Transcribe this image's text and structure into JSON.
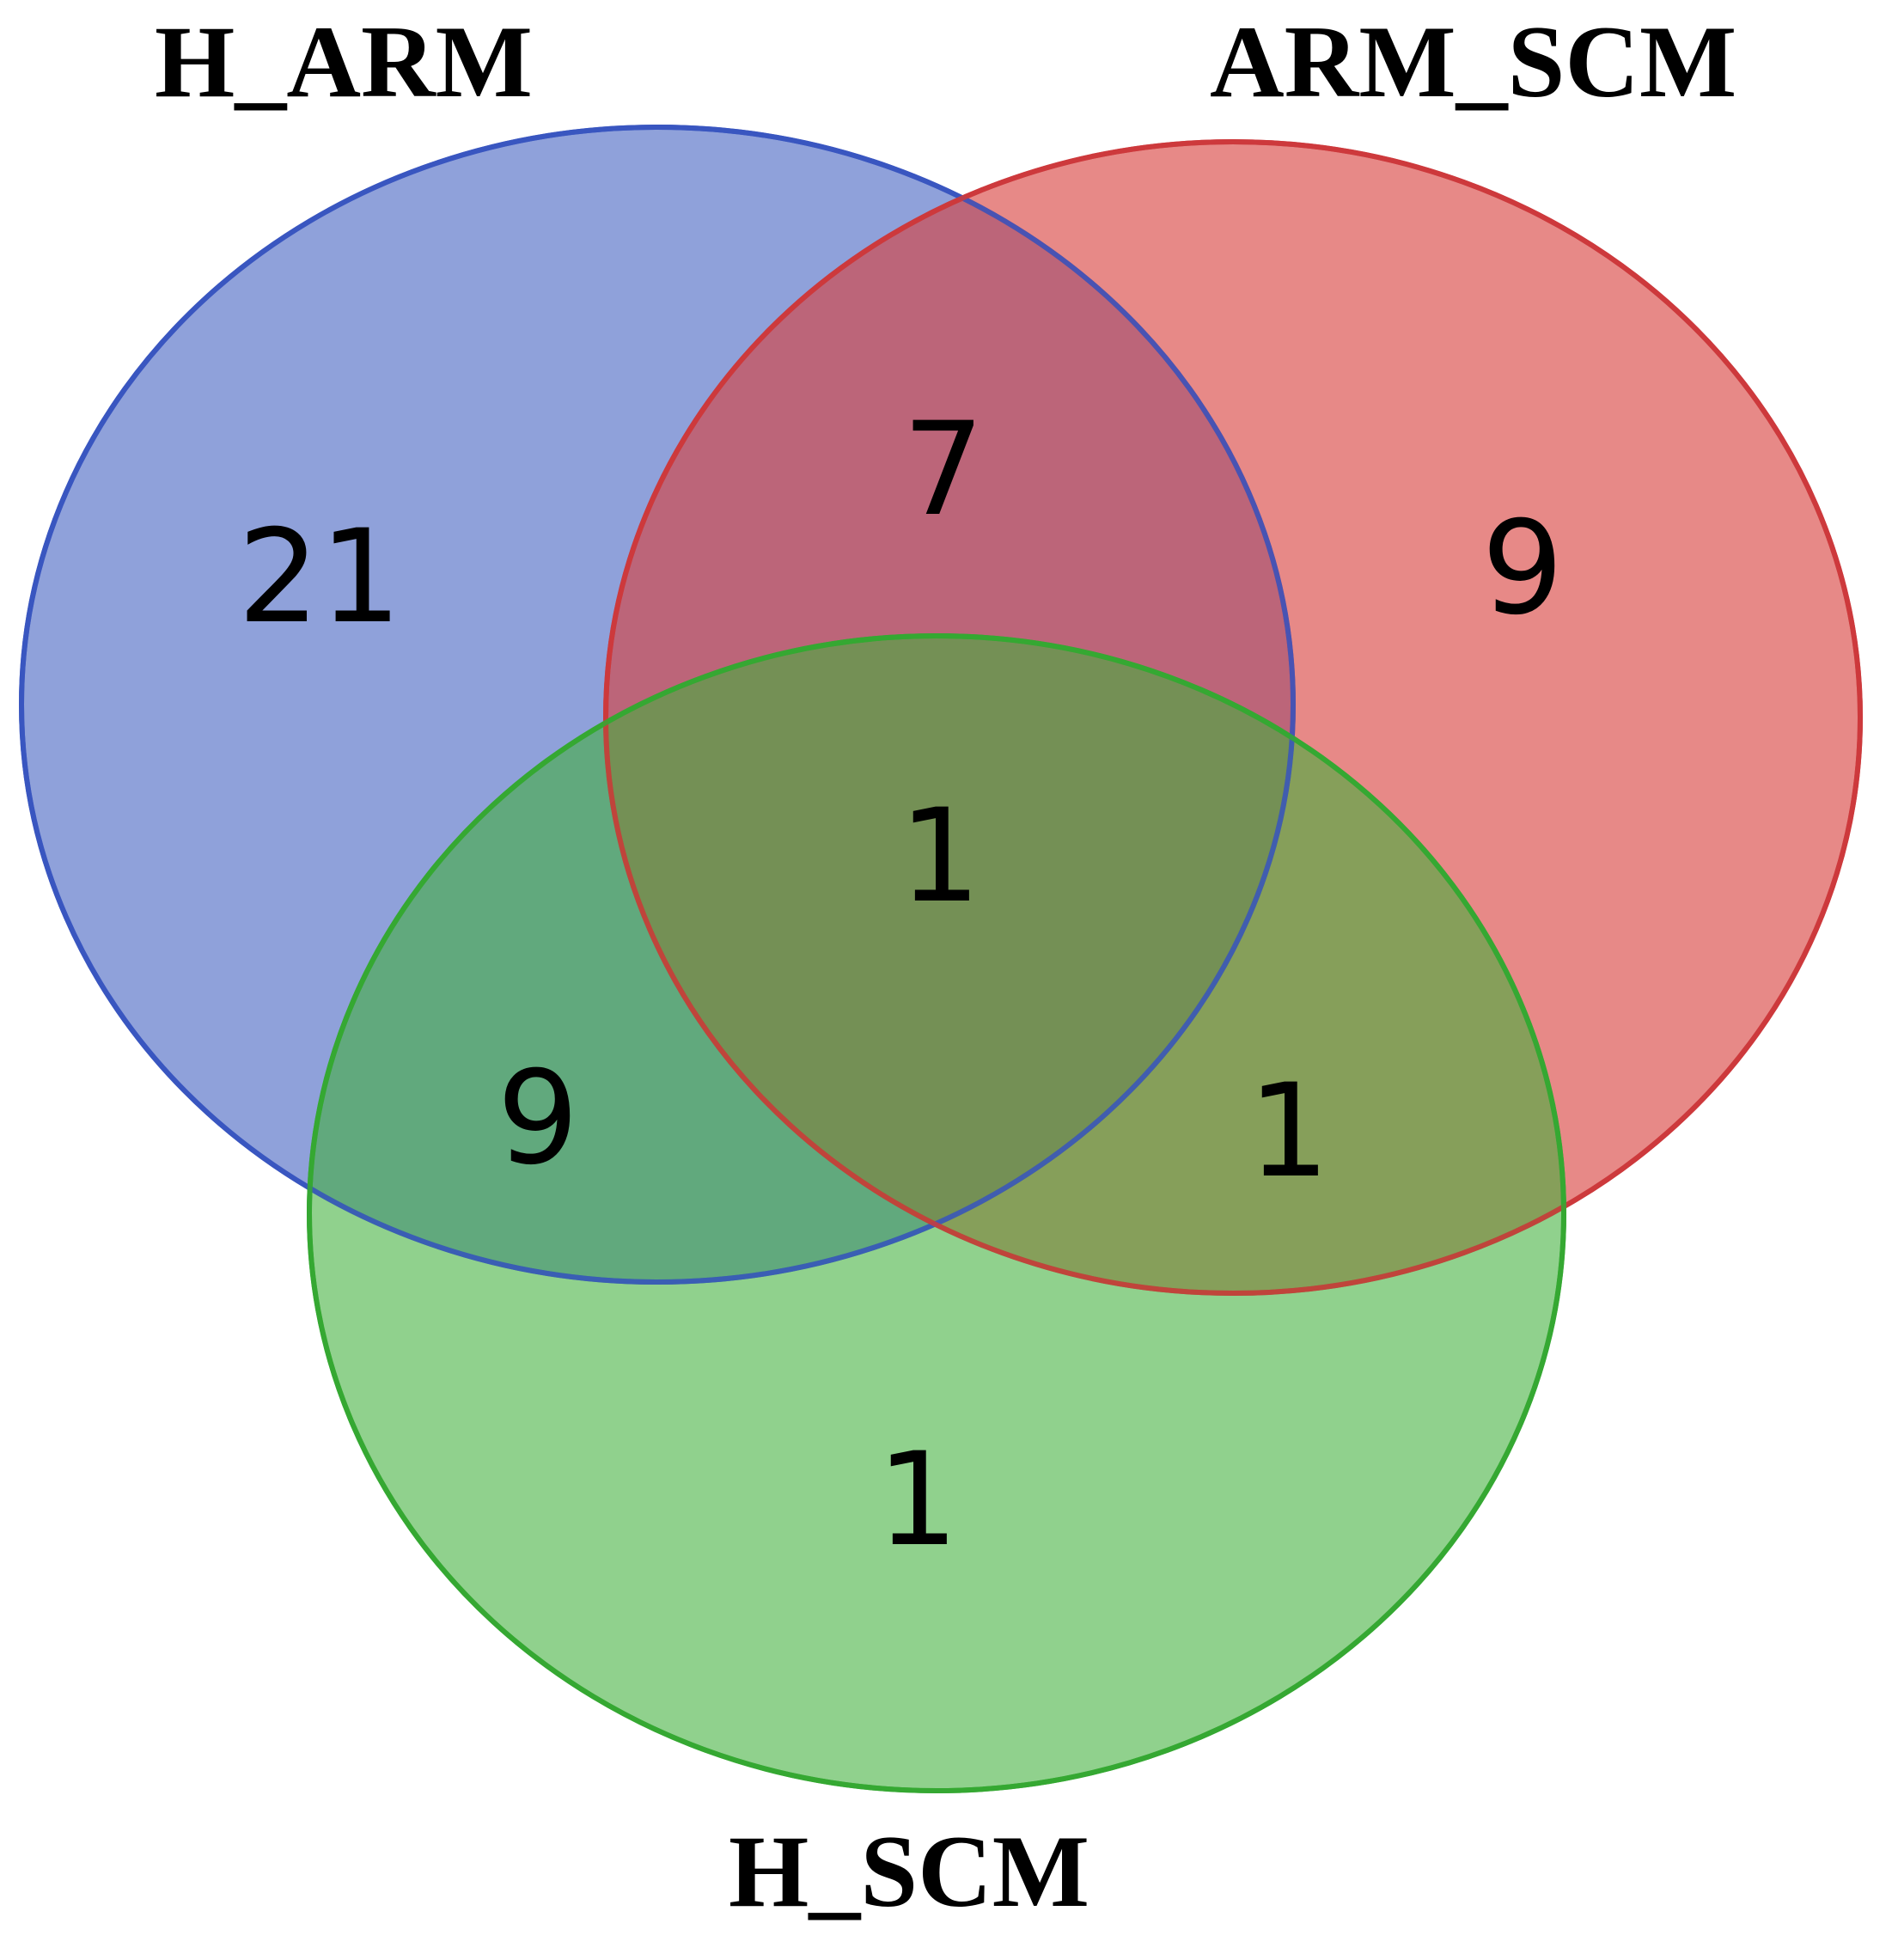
{
  "sets": [
    {
      "key": "h_arm",
      "label": "H_ARM",
      "fill": "#4a68c4",
      "stroke": "#3a56c0"
    },
    {
      "key": "arm_scm",
      "label": "ARM_SCM",
      "fill": "#d9403e",
      "stroke": "#cc3a3c"
    },
    {
      "key": "h_scm",
      "label": "H_SCM",
      "fill": "#3faf3a",
      "stroke": "#35a832"
    }
  ],
  "regions": {
    "h_arm_only": "21",
    "arm_scm_only": "9",
    "h_scm_only": "1",
    "h_arm_and_arm_scm": "7",
    "h_arm_and_h_scm": "9",
    "arm_scm_and_h_scm": "1",
    "all_three": "1"
  }
}
